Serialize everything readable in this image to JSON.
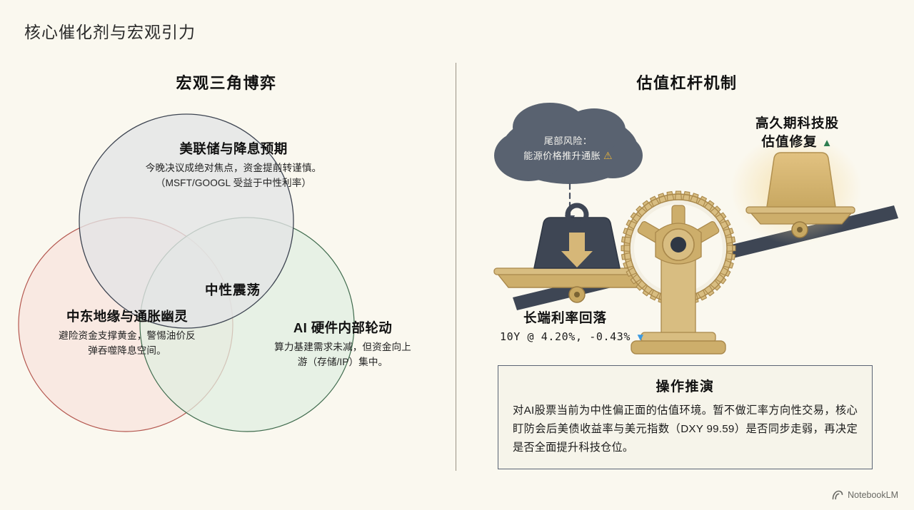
{
  "slide": {
    "title": "核心催化剂与宏观引力",
    "background_color": "#faf8ef"
  },
  "left_panel": {
    "heading": "宏观三角博弈",
    "circles": [
      {
        "id": "fed",
        "title": "美联储与降息预期",
        "body": "今晚决议成绝对焦点，资金提前转谨慎。（MSFT/GOOGL 受益于中性利率）",
        "fill": "#e3e4e6",
        "stroke": "#3d4451"
      },
      {
        "id": "geopolitics",
        "title": "中东地缘与通胀幽灵",
        "body": "避险资金支撑黄金，警惕油价反弹吞噬降息空间。",
        "fill": "#f8e3dd",
        "stroke": "#b4574f"
      },
      {
        "id": "ai-hardware",
        "title": "AI 硬件内部轮动",
        "body": "算力基建需求未减，但资金向上游（存储/IP）集中。",
        "fill": "#dfeee0",
        "stroke": "#3f6b4d"
      }
    ],
    "intersection_label": "中性震荡"
  },
  "right_panel": {
    "heading": "估值杠杆机制",
    "cloud": {
      "line1": "尾部风险：",
      "line2": "能源价格推升通胀",
      "warning_icon": "warning-triangle",
      "fill": "#596270"
    },
    "weight_label": {
      "title": "长端利率回落",
      "detail": "10Y @ 4.20%, -0.43%",
      "trend_icon": "down-triangle",
      "trend_color": "#3b9ae1"
    },
    "lift_label": {
      "line1": "高久期科技股",
      "line2": "估值修复",
      "trend_icon": "up-triangle",
      "trend_color": "#2e7d4f"
    },
    "action_box": {
      "title": "操作推演",
      "body": "对AI股票当前为中性偏正面的估值环境。暂不做汇率方向性交易，核心盯防会后美债收益率与美元指数（DXY 99.59）是否同步走弱，再决定是否全面提升科技仓位。"
    }
  },
  "watermark": {
    "label": "NotebookLM",
    "icon": "notebooklm-logo"
  }
}
